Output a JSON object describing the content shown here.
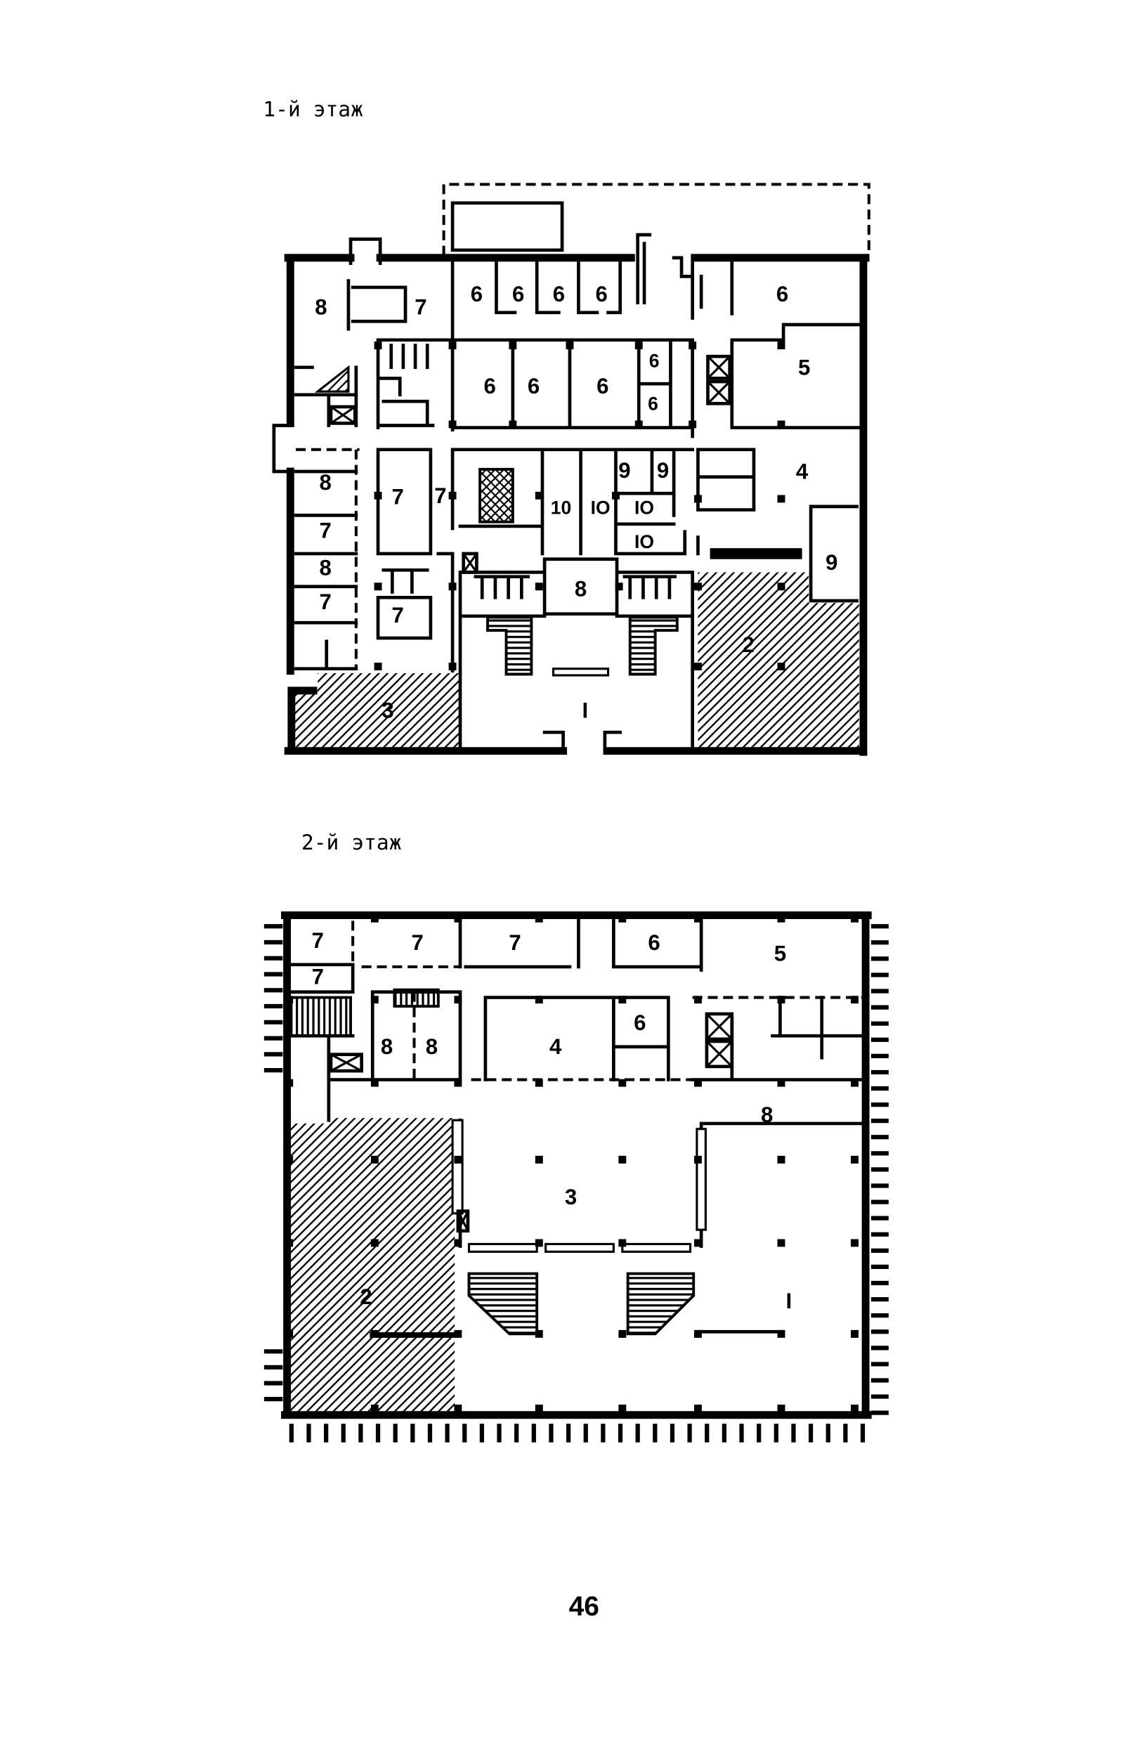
{
  "colors": {
    "ink": "#000000",
    "paper": "#ffffff"
  },
  "floor_1": {
    "title": "1-й этаж",
    "room_labels": [
      "8",
      "7",
      "6",
      "6",
      "6",
      "6",
      "6",
      "6",
      "6",
      "6",
      "6",
      "6",
      "5",
      "4",
      "8",
      "7",
      "8",
      "7",
      "7",
      "7",
      "10",
      "IO",
      "IO",
      "IO",
      "9",
      "9",
      "9",
      "8",
      "7",
      "3",
      "2",
      "I"
    ]
  },
  "floor_2": {
    "title": "2-й этаж",
    "room_labels": [
      "7",
      "7",
      "7",
      "6",
      "5",
      "7",
      "8",
      "8",
      "4",
      "6",
      "8",
      "3",
      "2",
      "I"
    ]
  },
  "page_number": "46"
}
